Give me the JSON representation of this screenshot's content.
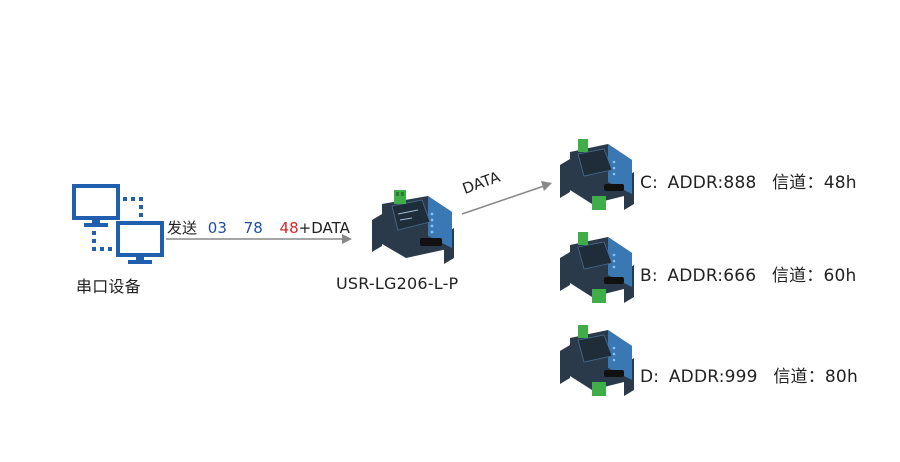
{
  "colors": {
    "monitor_blue": "#1f5fae",
    "address_blue": "#1e4f9e",
    "channel_red": "#d6282a",
    "device_body": "#2b3a4a",
    "device_panel": "#3a78b4",
    "terminal_green": "#3fae49",
    "arrow_gray": "#888888"
  },
  "serial_device": {
    "label": "串口设备",
    "icon": "computer-monitors-icon"
  },
  "send_arrow": {
    "prefix": "发送",
    "addr_high": "03",
    "addr_low": "78",
    "channel": "48",
    "suffix": "+DATA"
  },
  "gateway": {
    "label": "USR-LG206-L-P",
    "icon": "lora-gateway-icon"
  },
  "broadcast_arrow": {
    "label": "DATA"
  },
  "receivers": [
    {
      "name": "C:",
      "addr": "ADDR:888",
      "channel_label": "信道：48h"
    },
    {
      "name": "B:",
      "addr": "ADDR:666",
      "channel_label": "信道：60h"
    },
    {
      "name": "D:",
      "addr": "ADDR:999",
      "channel_label": "信道：80h"
    }
  ]
}
